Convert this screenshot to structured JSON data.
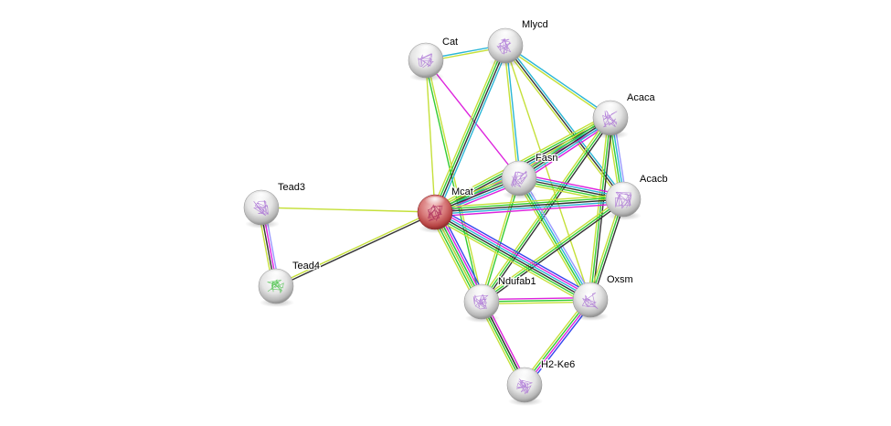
{
  "title": "Protein interaction network",
  "colors": {
    "query_node": "#c44a4a",
    "node": "#d8d8d8",
    "edge_cyan": "#29b6d6",
    "edge_yellow": "#c5e03a",
    "edge_green": "#33cc33",
    "edge_black": "#333333",
    "edge_magenta": "#dd22dd",
    "edge_blue": "#3344ee",
    "edge_lavender": "#9999ff"
  },
  "nodes": [
    {
      "id": "Cat",
      "label": "Cat",
      "query": false,
      "structure": "purple"
    },
    {
      "id": "Mlycd",
      "label": "Mlycd",
      "query": false,
      "structure": "purple"
    },
    {
      "id": "Acaca",
      "label": "Acaca",
      "query": false,
      "structure": "purple"
    },
    {
      "id": "Fasn",
      "label": "Fasn",
      "query": false,
      "structure": "purple"
    },
    {
      "id": "Acacb",
      "label": "Acacb",
      "query": false,
      "structure": "purple"
    },
    {
      "id": "Mcat",
      "label": "Mcat",
      "query": true,
      "structure": "red"
    },
    {
      "id": "Tead3",
      "label": "Tead3",
      "query": false,
      "structure": "purple"
    },
    {
      "id": "Tead4",
      "label": "Tead4",
      "query": false,
      "structure": "green"
    },
    {
      "id": "Ndufab1",
      "label": "Ndufab1",
      "query": false,
      "structure": "purple"
    },
    {
      "id": "Oxsm",
      "label": "Oxsm",
      "query": false,
      "structure": "purple"
    },
    {
      "id": "H2-Ke6",
      "label": "H2-Ke6",
      "query": false,
      "structure": "purple"
    }
  ],
  "edges": [
    {
      "source": "Cat",
      "target": "Mlycd",
      "types": [
        "cyan",
        "yellow"
      ]
    },
    {
      "source": "Cat",
      "target": "Mcat",
      "types": [
        "yellow"
      ]
    },
    {
      "source": "Cat",
      "target": "Fasn",
      "types": [
        "magenta"
      ]
    },
    {
      "source": "Cat",
      "target": "Ndufab1",
      "types": [
        "yellow",
        "green"
      ]
    },
    {
      "source": "Mlycd",
      "target": "Mcat",
      "types": [
        "cyan",
        "black",
        "green",
        "yellow"
      ]
    },
    {
      "source": "Mlycd",
      "target": "Fasn",
      "types": [
        "cyan",
        "yellow"
      ]
    },
    {
      "source": "Mlycd",
      "target": "Acaca",
      "types": [
        "cyan",
        "yellow"
      ]
    },
    {
      "source": "Mlycd",
      "target": "Acacb",
      "types": [
        "cyan",
        "black",
        "yellow"
      ]
    },
    {
      "source": "Mlycd",
      "target": "Oxsm",
      "types": [
        "yellow"
      ]
    },
    {
      "source": "Acaca",
      "target": "Mcat",
      "types": [
        "magenta",
        "cyan",
        "black",
        "green",
        "yellow"
      ]
    },
    {
      "source": "Acaca",
      "target": "Fasn",
      "types": [
        "magenta",
        "cyan",
        "black",
        "green",
        "yellow"
      ]
    },
    {
      "source": "Acaca",
      "target": "Acacb",
      "types": [
        "lavender",
        "cyan",
        "green",
        "yellow"
      ]
    },
    {
      "source": "Acaca",
      "target": "Ndufab1",
      "types": [
        "black",
        "green",
        "yellow"
      ]
    },
    {
      "source": "Acaca",
      "target": "Oxsm",
      "types": [
        "black",
        "green",
        "yellow"
      ]
    },
    {
      "source": "Fasn",
      "target": "Mcat",
      "types": [
        "magenta",
        "cyan",
        "black",
        "green",
        "yellow"
      ]
    },
    {
      "source": "Fasn",
      "target": "Acacb",
      "types": [
        "magenta",
        "cyan",
        "black",
        "green",
        "yellow"
      ]
    },
    {
      "source": "Fasn",
      "target": "Ndufab1",
      "types": [
        "green",
        "yellow"
      ]
    },
    {
      "source": "Fasn",
      "target": "Oxsm",
      "types": [
        "lavender",
        "cyan",
        "green",
        "yellow"
      ]
    },
    {
      "source": "Acacb",
      "target": "Mcat",
      "types": [
        "magenta",
        "cyan",
        "black",
        "green",
        "yellow"
      ]
    },
    {
      "source": "Acacb",
      "target": "Ndufab1",
      "types": [
        "black",
        "green",
        "yellow"
      ]
    },
    {
      "source": "Acacb",
      "target": "Oxsm",
      "types": [
        "black",
        "green",
        "yellow"
      ]
    },
    {
      "source": "Mcat",
      "target": "Tead3",
      "types": [
        "yellow"
      ]
    },
    {
      "source": "Mcat",
      "target": "Tead4",
      "types": [
        "black",
        "yellow"
      ]
    },
    {
      "source": "Mcat",
      "target": "Ndufab1",
      "types": [
        "blue",
        "magenta",
        "cyan",
        "black",
        "green",
        "yellow"
      ]
    },
    {
      "source": "Mcat",
      "target": "Oxsm",
      "types": [
        "blue",
        "magenta",
        "cyan",
        "black",
        "green",
        "yellow"
      ]
    },
    {
      "source": "Mcat",
      "target": "H2-Ke6",
      "types": [
        "green",
        "yellow"
      ]
    },
    {
      "source": "Tead3",
      "target": "Tead4",
      "types": [
        "lavender",
        "magenta",
        "black",
        "yellow"
      ]
    },
    {
      "source": "Ndufab1",
      "target": "Oxsm",
      "types": [
        "magenta",
        "green",
        "yellow"
      ]
    },
    {
      "source": "Ndufab1",
      "target": "H2-Ke6",
      "types": [
        "magenta",
        "black",
        "green",
        "yellow"
      ]
    },
    {
      "source": "Oxsm",
      "target": "H2-Ke6",
      "types": [
        "blue",
        "magenta",
        "green",
        "yellow"
      ]
    }
  ]
}
